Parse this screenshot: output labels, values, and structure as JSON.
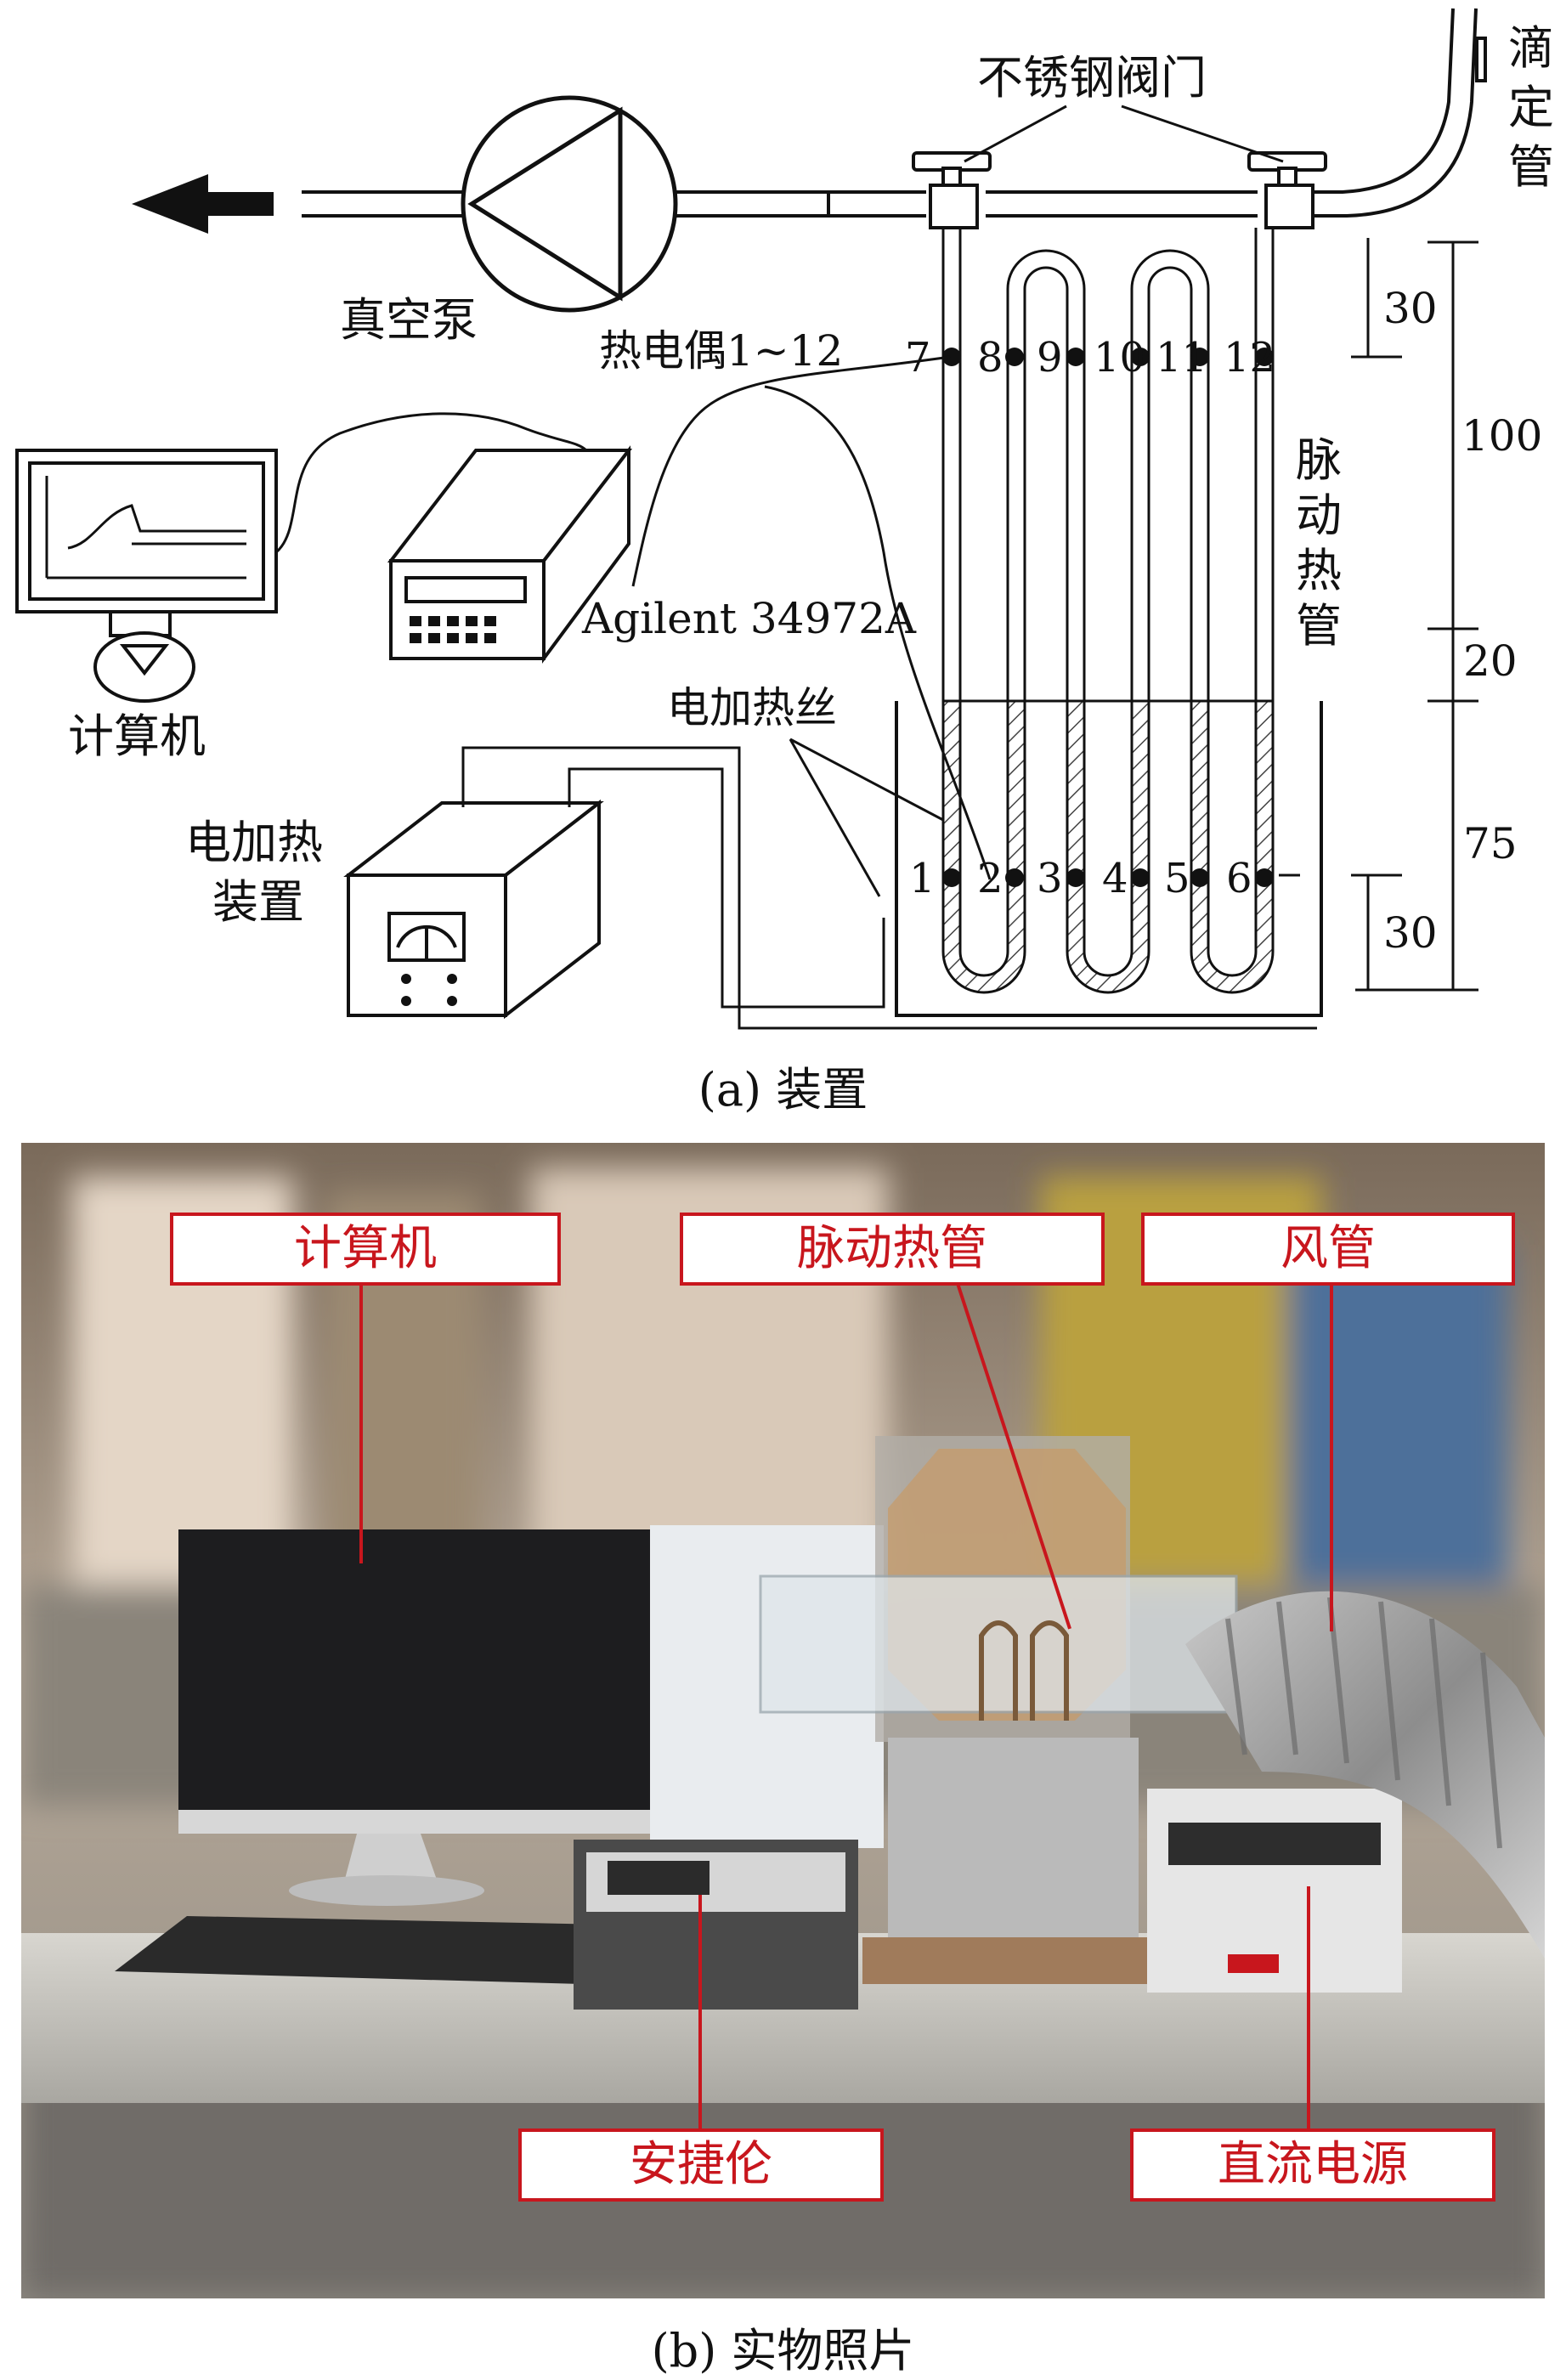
{
  "schematic": {
    "stainless_valve": "不锈钢阀门",
    "burette": [
      "滴",
      "定",
      "管"
    ],
    "vacuum_pump": "真空泵",
    "thermocouple": "热电偶1~12",
    "computer": "计算机",
    "daq": "Agilent 34972A",
    "pulsating_heat_pipe": [
      "脉",
      "动",
      "热",
      "管"
    ],
    "heating_wire": "电加热丝",
    "heater_line1": "电加热",
    "heater_line2": "装置",
    "top_points": [
      "7",
      "8",
      "9",
      "10",
      "11",
      "12"
    ],
    "bottom_points": [
      "1",
      "2",
      "3",
      "4",
      "5",
      "6"
    ],
    "dims_left": [
      "30",
      "30"
    ],
    "dims_right": [
      "100",
      "20",
      "75"
    ]
  },
  "caption_a": "(a) 装置",
  "photo_labels": {
    "computer": "计算机",
    "heat_pipe": "脉动热管",
    "air_duct": "风管",
    "agilent": "安捷伦",
    "dc_power": "直流电源"
  },
  "caption_b": "(b) 实物照片"
}
